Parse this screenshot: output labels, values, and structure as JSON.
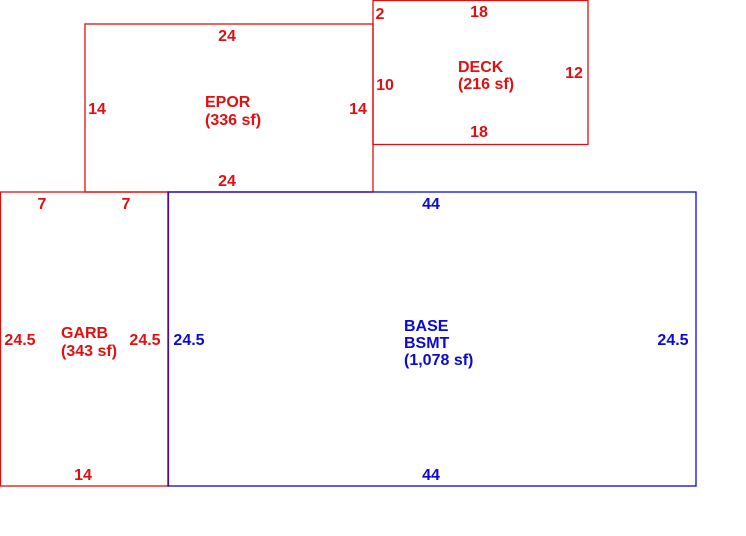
{
  "colors": {
    "red": "#e01010",
    "blue": "#0a0ad0"
  },
  "areas": {
    "epor": {
      "name": "EPOR",
      "area": "(336 sf)",
      "top": "24",
      "bottom": "24",
      "left": "14",
      "right": "14"
    },
    "deck": {
      "name": "DECK",
      "area": "(216 sf)",
      "top": "18",
      "bottom": "18",
      "left": "10",
      "right": "12",
      "offset": "2"
    },
    "garb": {
      "name": "GARB",
      "area": "(343 sf)",
      "top_left": "7",
      "top_right": "7",
      "bottom": "14",
      "left": "24.5",
      "right": "24.5"
    },
    "base": {
      "name1": "BASE",
      "name2": "BSMT",
      "area": "(1,078 sf)",
      "top": "44",
      "bottom": "44",
      "left": "24.5",
      "right": "24.5"
    }
  }
}
